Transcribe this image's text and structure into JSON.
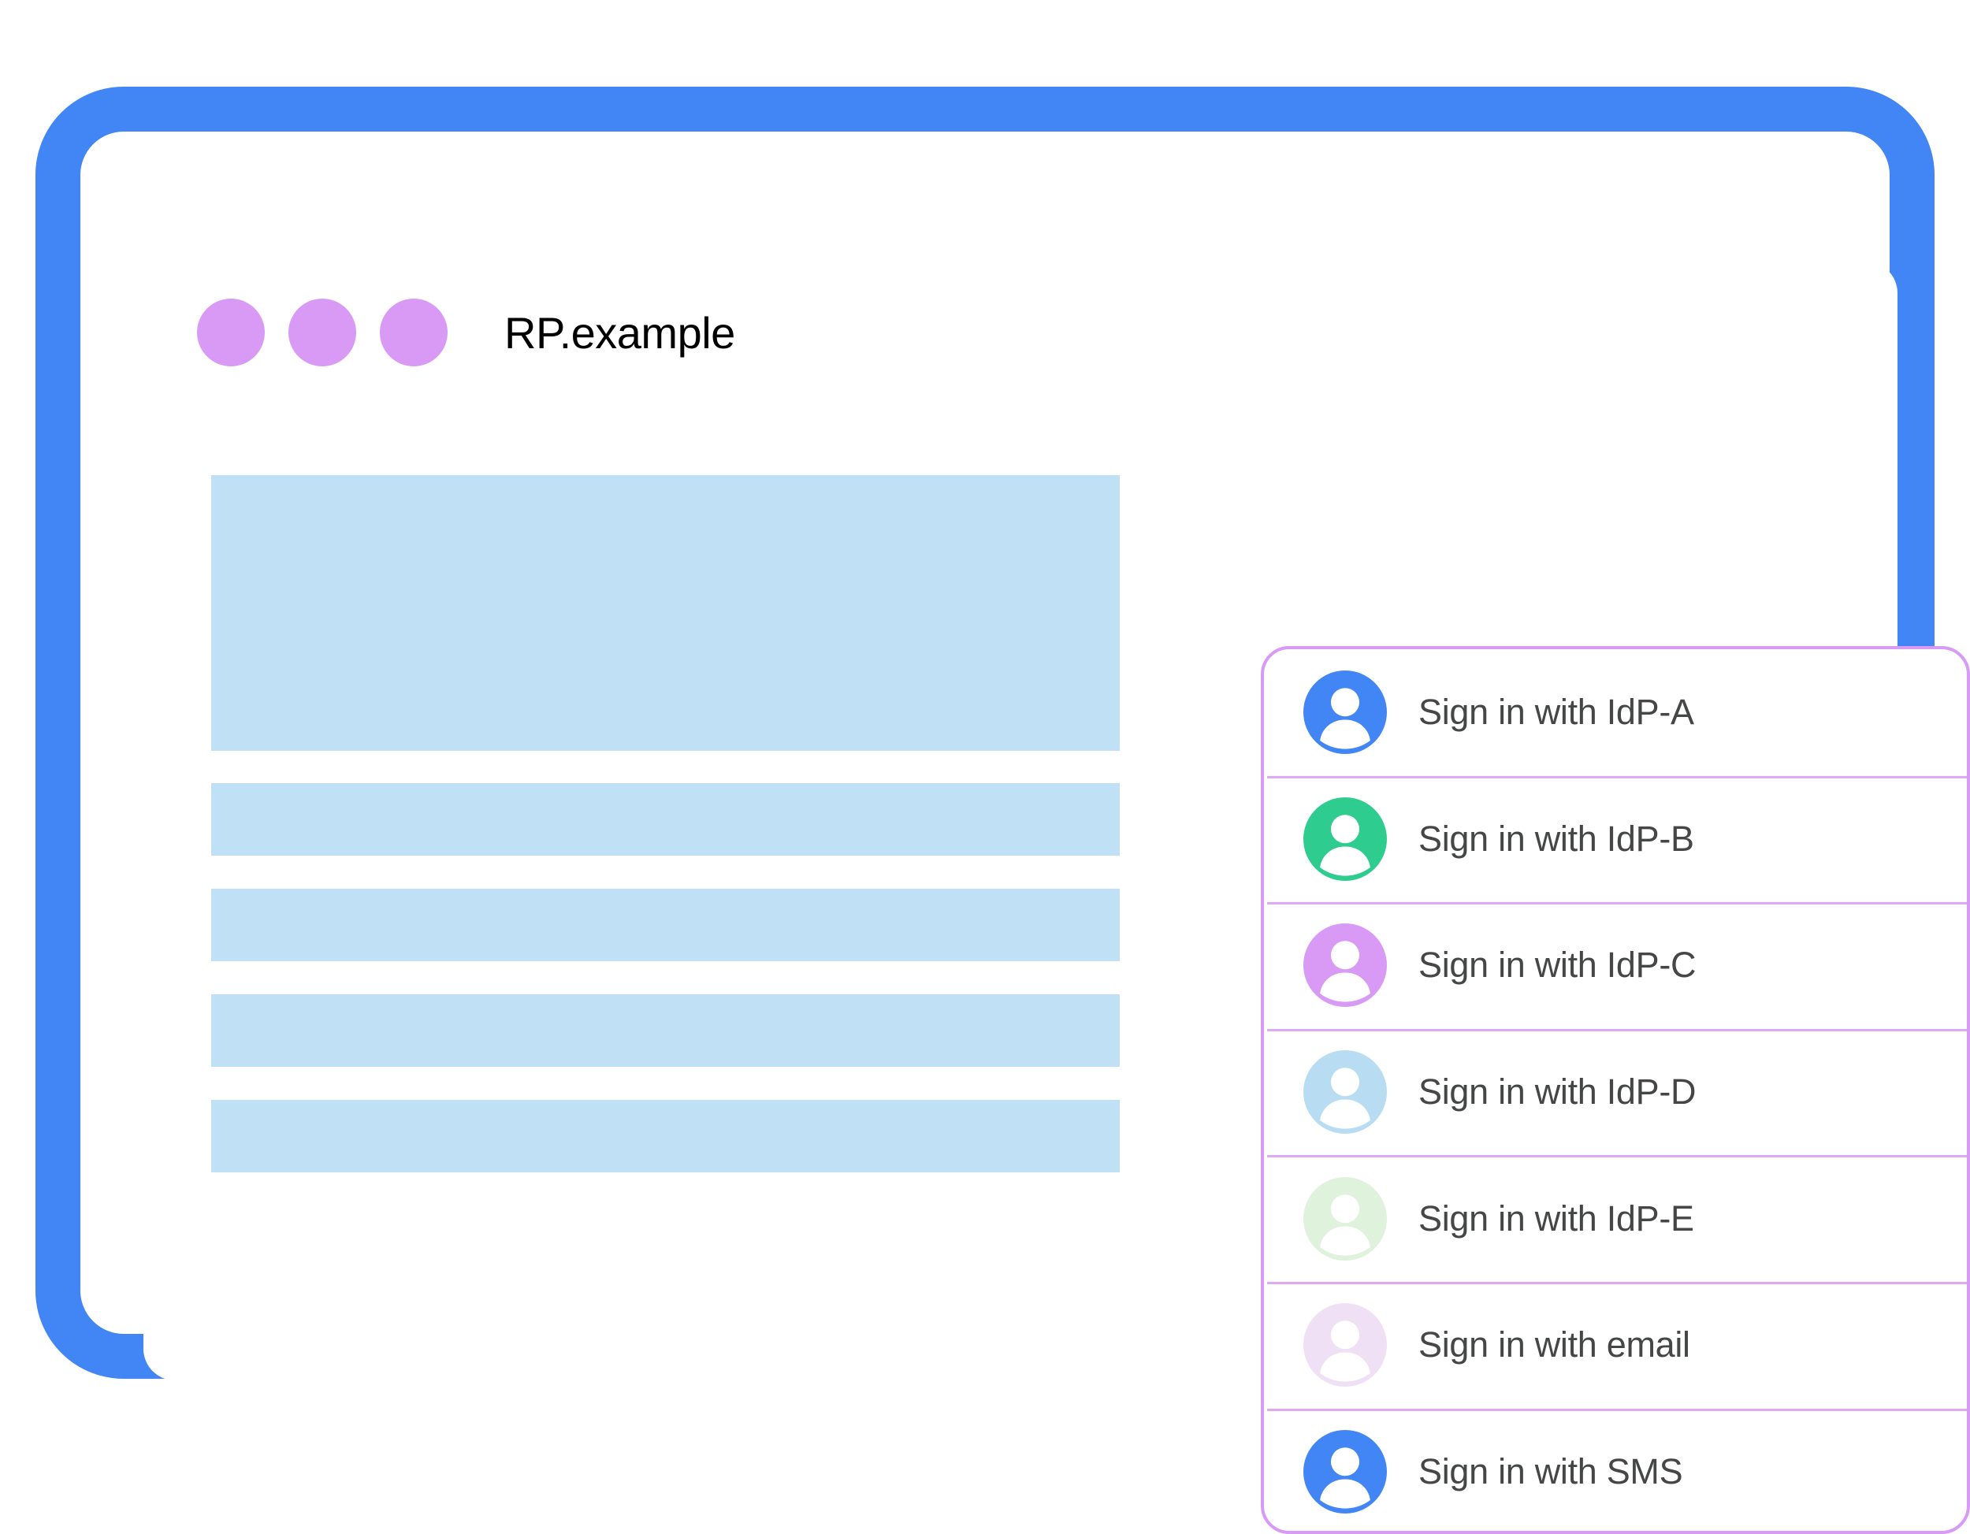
{
  "colors": {
    "frame_blue": "#4285F4",
    "window_dot_purple": "#D89AF5",
    "panel_border_purple": "#D89AF5",
    "divider_purple": "#DFA8F0",
    "placeholder_blue": "#BFE0F5",
    "label_text": "#444746",
    "title_text": "#000000"
  },
  "device": {
    "home_button_name": "home-button"
  },
  "window": {
    "title": "RP.example",
    "dots": [
      "window-dot-1",
      "window-dot-2",
      "window-dot-3"
    ]
  },
  "content": {
    "hero_placeholder": "hero-placeholder-block",
    "bars": [
      "placeholder-bar-1",
      "placeholder-bar-2",
      "placeholder-bar-3",
      "placeholder-bar-4"
    ]
  },
  "signin_panel": {
    "rows": [
      {
        "label": "Sign in with IdP-A",
        "icon": "account-avatar-icon",
        "avatar_color": "#4285F4"
      },
      {
        "label": "Sign in with IdP-B",
        "icon": "account-avatar-icon",
        "avatar_color": "#2ECC8F"
      },
      {
        "label": "Sign in with IdP-C",
        "icon": "account-avatar-icon",
        "avatar_color": "#D89AF5"
      },
      {
        "label": "Sign in with IdP-D",
        "icon": "account-avatar-icon",
        "avatar_color": "#B8DDF2"
      },
      {
        "label": "Sign in with IdP-E",
        "icon": "account-avatar-icon",
        "avatar_color": "#DFF2DC"
      },
      {
        "label": "Sign in with email",
        "icon": "account-avatar-icon",
        "avatar_color": "#EFE0F5"
      },
      {
        "label": "Sign in with SMS",
        "icon": "account-avatar-icon",
        "avatar_color": "#4285F4"
      }
    ]
  }
}
